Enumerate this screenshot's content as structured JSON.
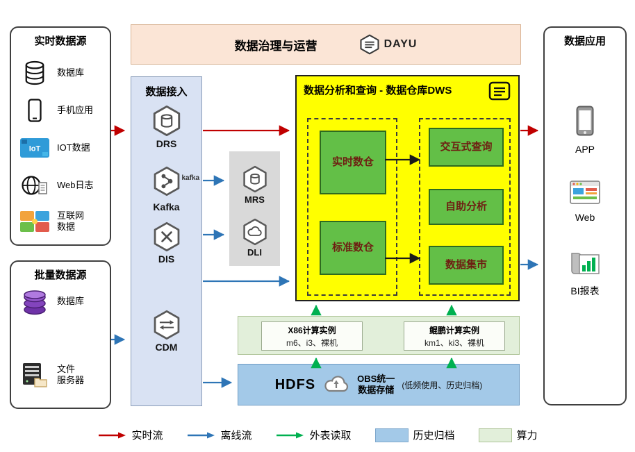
{
  "banner": {
    "title": "数据治理与运营",
    "logo": "DAYU"
  },
  "realtime_sources": {
    "title": "实时数据源",
    "items": [
      {
        "label": "数据库",
        "icon": "database-icon"
      },
      {
        "label": "手机应用",
        "icon": "phone-icon"
      },
      {
        "label": "IOT数据",
        "icon": "iot-icon"
      },
      {
        "label": "Web日志",
        "icon": "weblog-globe-icon"
      },
      {
        "label": "互联网\n数据",
        "icon": "internet-collage-icon"
      }
    ]
  },
  "batch_sources": {
    "title": "批量数据源",
    "items": [
      {
        "label": "数据库",
        "icon": "purple-database-icon"
      },
      {
        "label": "文件\n服务器",
        "icon": "file-server-icon"
      }
    ]
  },
  "ingestion": {
    "title": "数据接入",
    "items": [
      {
        "label": "DRS"
      },
      {
        "label": "Kafka",
        "wordmark": "kafka"
      },
      {
        "label": "DIS"
      },
      {
        "label": "CDM"
      }
    ]
  },
  "processing": {
    "items": [
      {
        "label": "MRS"
      },
      {
        "label": "DLI"
      }
    ]
  },
  "dws": {
    "title": "数据分析和查询 - 数据仓库DWS",
    "warehouses": [
      {
        "label": "实时数仓"
      },
      {
        "label": "标准数仓"
      }
    ],
    "services": [
      {
        "label": "交互式查询"
      },
      {
        "label": "自助分析"
      },
      {
        "label": "数据集市"
      }
    ]
  },
  "compute": {
    "instances": [
      {
        "title": "X86计算实例",
        "spec": "m6、i3、裸机"
      },
      {
        "title": "鲲鹏计算实例",
        "spec": "km1、ki3、裸机"
      }
    ]
  },
  "storage": {
    "hdfs": "HDFS",
    "obs_line1": "OBS统一",
    "obs_line2": "数据存储",
    "obs_note": "(低频使用、历史归档)"
  },
  "applications": {
    "title": "数据应用",
    "items": [
      {
        "label": "APP",
        "icon": "app-phone-icon"
      },
      {
        "label": "Web",
        "icon": "web-page-icon"
      },
      {
        "label": "BI报表",
        "icon": "bi-report-icon"
      }
    ]
  },
  "legend": {
    "realtime_flow": "实时流",
    "offline_flow": "离线流",
    "external_read": "外表读取",
    "history_archive": "历史归档",
    "compute_power": "算力"
  },
  "colors": {
    "realtime_flow": "#c00000",
    "offline_flow": "#2e75b6",
    "external_read": "#00b050",
    "dws_panel": "#ffff00",
    "warehouse_box": "#63bf47",
    "history_archive": "#a3c9e8",
    "compute_power": "#e2efda",
    "ingestion_panel": "#d9e2f3",
    "governance_banner": "#fbe5d6"
  }
}
